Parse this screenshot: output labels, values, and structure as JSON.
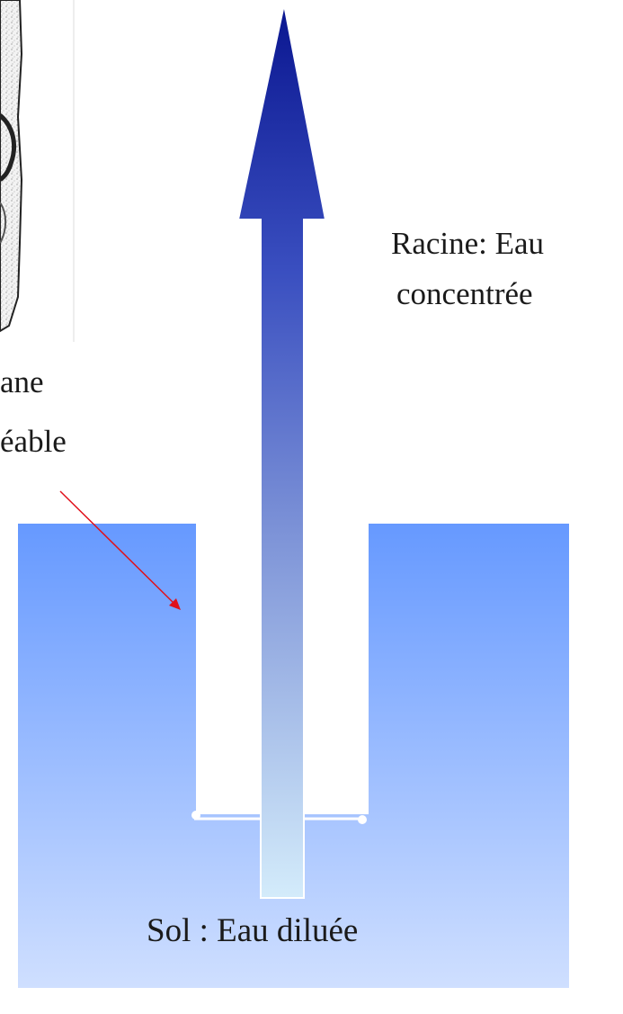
{
  "labels": {
    "root": "Racine: Eau",
    "root_line2": "concentrée",
    "membrane_line1": "ane",
    "membrane_line2": "éable",
    "soil": "Sol : Eau diluée"
  },
  "colors": {
    "soil_top": "#6699ff",
    "soil_bottom": "#cfdfff",
    "arrow_top": "#0a1690",
    "arrow_mid": "#3e58c4",
    "arrow_bottom": "#d4ecfb",
    "pointer_line": "#e0101a",
    "text": "#1a1a1a"
  },
  "icons": {
    "root_illustration": "root-cross-section-sketch",
    "pointer": "red-arrow-pointer",
    "flow_arrow": "upward-water-flow-arrow"
  }
}
